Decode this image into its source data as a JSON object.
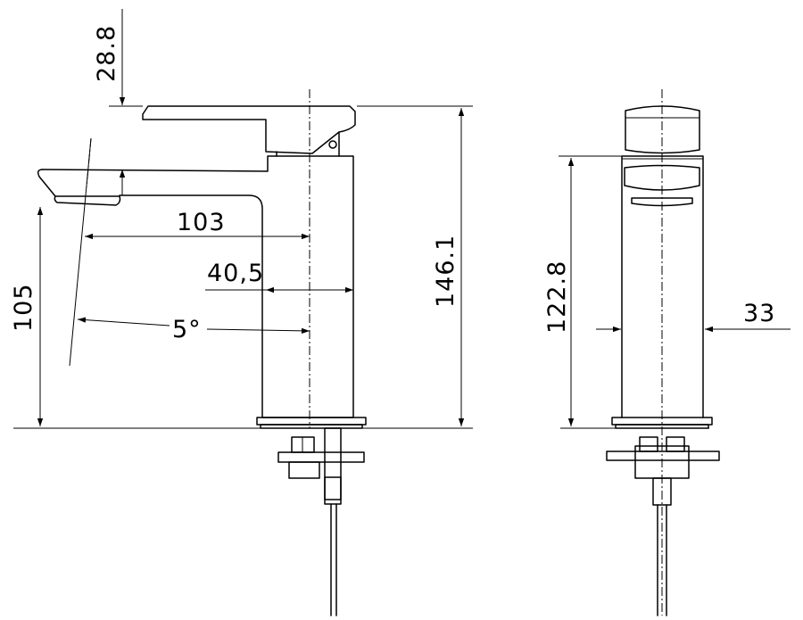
{
  "dimensions": {
    "spout_gap": "28.8",
    "spout_reach": "103",
    "body_half_width": "40,5",
    "spout_angle": "5°",
    "spout_height": "105",
    "total_height": "146.1",
    "side_body_height": "122.8",
    "body_diameter": "33"
  }
}
